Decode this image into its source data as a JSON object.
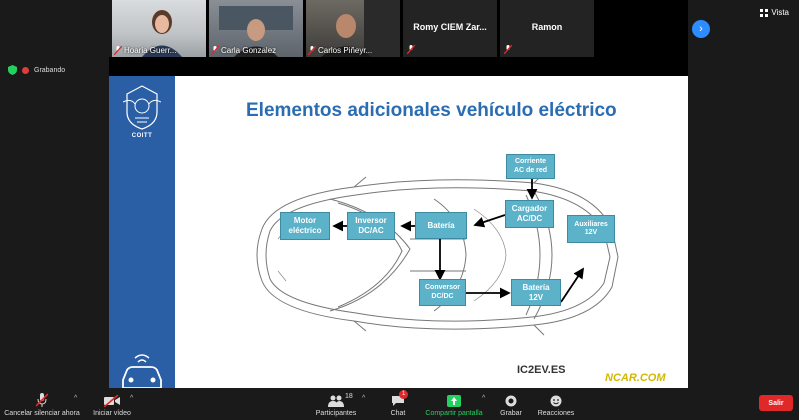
{
  "gallery": {
    "participants": [
      {
        "name": "Hoaria Guerr..."
      },
      {
        "name": "Carla Gonzalez"
      },
      {
        "name": "Carlos Piñeyr..."
      },
      {
        "name": "Romy CIEM Zar..."
      },
      {
        "name": "Ramon"
      }
    ]
  },
  "view": {
    "label": "Vista"
  },
  "recording": {
    "label": "Grabando"
  },
  "slide": {
    "org": "COITT",
    "title": "Elementos adicionales vehículo eléctrico",
    "boxes": {
      "corriente_l1": "Corriente",
      "corriente_l2": "AC de red",
      "cargador_l1": "Cargador",
      "cargador_l2": "AC/DC",
      "bateria": "Batería",
      "inversor_l1": "Inversor",
      "inversor_l2": "DC/AC",
      "motor_l1": "Motor",
      "motor_l2": "eléctrico",
      "auxiliares_l1": "Auxiliares",
      "auxiliares_l2": "12V",
      "conversor_l1": "Conversor",
      "conversor_l2": "DC/DC",
      "bateria12_l1": "Batería",
      "bateria12_l2": "12V"
    },
    "logo_left": "IC2EV.ES",
    "logo_right": "NCAR.COM"
  },
  "toolbar": {
    "mute": "Cancelar silenciar ahora",
    "video": "Iniciar vídeo",
    "participants": "Participantes",
    "participants_count": "18",
    "chat": "Chat",
    "chat_badge": "1",
    "share": "Compartir pantalla",
    "record": "Grabar",
    "reactions": "Reacciones",
    "leave": "Salir"
  },
  "colors": {
    "accent": "#2d8cff",
    "slide_band": "#2a5fa6",
    "box": "#5bb2c9",
    "share": "#23d160",
    "leave": "#e02828"
  }
}
